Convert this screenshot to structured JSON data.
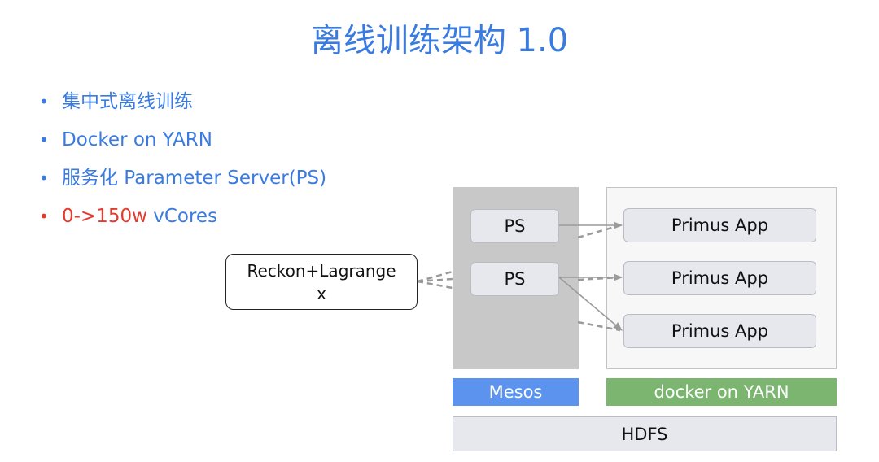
{
  "title": "离线训练架构 1.0",
  "bullets": [
    {
      "text": "集中式离线训练"
    },
    {
      "text": "Docker on YARN"
    },
    {
      "text": "服务化 Parameter Server(PS)"
    },
    {
      "highlight": "0->150w",
      "text": " vCores"
    }
  ],
  "bullet_symbol": "•",
  "diagram": {
    "client": {
      "line1": "Reckon+Lagrange",
      "line2": "x"
    },
    "ps_nodes": [
      "PS",
      "PS"
    ],
    "apps": [
      "Primus App",
      "Primus App",
      "Primus App"
    ],
    "mesos_label": "Mesos",
    "yarn_label": "docker on YARN",
    "storage_label": "HDFS"
  },
  "colors": {
    "accent_blue": "#3a7be0",
    "highlight_red": "#e53a2e",
    "mesos": "#5b93ee",
    "yarn": "#7bb56f"
  }
}
